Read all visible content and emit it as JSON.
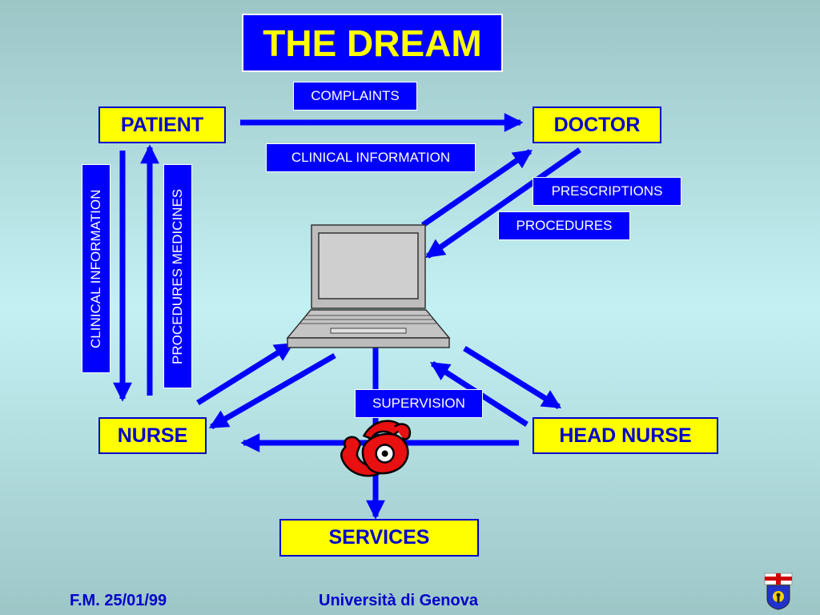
{
  "title": "THE DREAM",
  "nodes": {
    "patient": "PATIENT",
    "doctor": "DOCTOR",
    "nurse": "NURSE",
    "head_nurse": "HEAD NURSE",
    "services": "SERVICES"
  },
  "labels": {
    "complaints": "COMPLAINTS",
    "clinical_information": "CLINICAL INFORMATION",
    "prescriptions": "PRESCRIPTIONS",
    "procedures": "PROCEDURES",
    "supervision": "SUPERVISION",
    "vertical_clinical_information": "CLINICAL INFORMATION",
    "vertical_procedures_medicines": "PROCEDURES MEDICINES"
  },
  "footer": {
    "left": "F.M. 25/01/99",
    "center": "Università di Genova"
  },
  "icons": [
    "laptop-icon",
    "telephone-icon",
    "university-crest-icon"
  ],
  "colors": {
    "arrow": "#0000ff",
    "node_fill": "#ffff00",
    "label_fill": "#0000ff",
    "title_text": "#ffff00"
  }
}
